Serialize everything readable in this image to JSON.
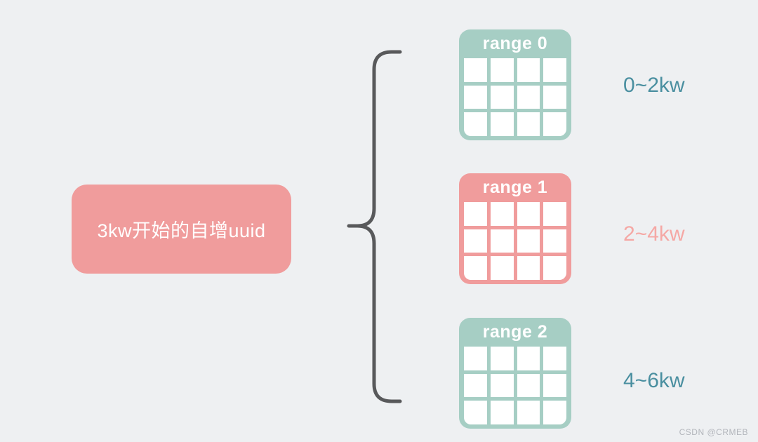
{
  "diagram": {
    "background": "#eef0f2",
    "source": {
      "label": "3kw开始的自增uuid",
      "fill": "#f09c9c",
      "text_color": "#ffffff"
    },
    "brace_color": "#58595b",
    "ranges": [
      {
        "title": "range 0",
        "label": "0~2kw",
        "fill": "#a6cec4",
        "label_color": "#4a8fa0"
      },
      {
        "title": "range 1",
        "label": "2~4kw",
        "fill": "#f09c9c",
        "label_color": "#f5a8a5"
      },
      {
        "title": "range 2",
        "label": "4~6kw",
        "fill": "#a6cec4",
        "label_color": "#4a8fa0"
      }
    ],
    "table_grid": {
      "rows": 3,
      "cols": 4
    },
    "watermark": "CSDN @CRMEB"
  }
}
